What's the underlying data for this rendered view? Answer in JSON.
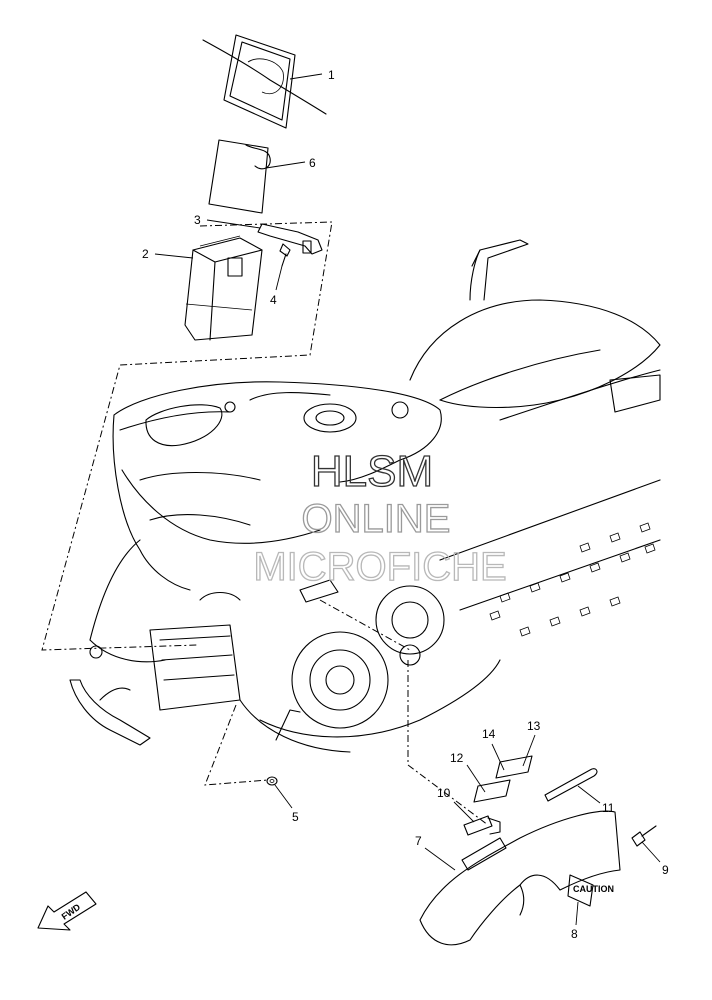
{
  "callouts": {
    "c1": "1",
    "c2": "2",
    "c3": "3",
    "c4": "4",
    "c5": "5",
    "c6": "6",
    "c7": "7",
    "c8": "8",
    "c9": "9",
    "c10": "10",
    "c11": "11",
    "c12": "12",
    "c13": "13",
    "c14": "14"
  },
  "watermark": {
    "line1": "HLSM",
    "line2": "ONLINE",
    "line3": "MICROFICHE"
  },
  "fwd_label": "FWD",
  "colors": {
    "line": "#000000",
    "watermark_outline": "#9a9a9a",
    "background": "#ffffff"
  }
}
